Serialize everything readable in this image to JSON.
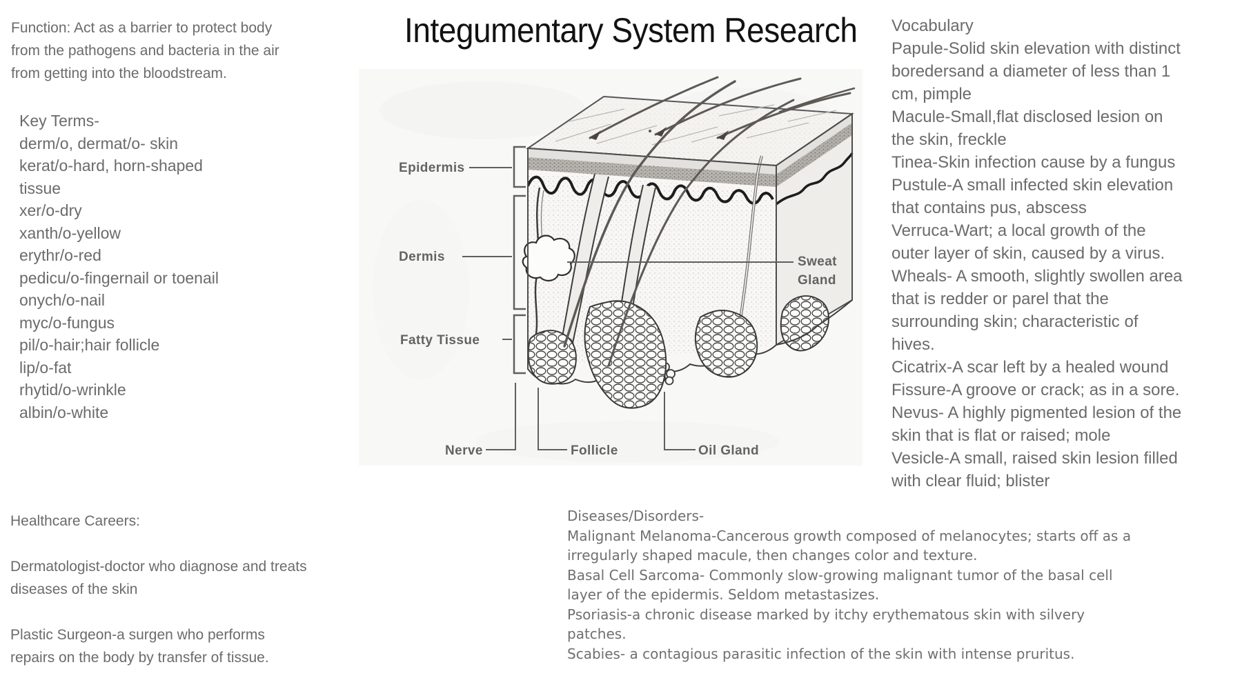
{
  "title": "Integumentary System Research",
  "function_block": {
    "lines": [
      "Function: Act as a barrier to protect body",
      "from the pathogens and bacteria in the air",
      "from getting into the bloodstream."
    ]
  },
  "key_terms": {
    "lines": [
      "Key Terms-",
      "derm/o, dermat/o- skin",
      "kerat/o-hard, horn-shaped",
      "tissue",
      "xer/o-dry",
      "xanth/o-yellow",
      "erythr/o-red",
      "pedicu/o-fingernail or toenail",
      "onych/o-nail",
      "myc/o-fungus",
      "pil/o-hair;hair follicle",
      "lip/o-fat",
      "rhytid/o-wrinkle",
      "albin/o-white"
    ]
  },
  "vocabulary": {
    "lines": [
      "Vocabulary",
      "Papule-Solid skin elevation with distinct",
      "boredersand a diameter of less than 1",
      "cm, pimple",
      "Macule-Small,flat disclosed lesion on",
      "the skin, freckle",
      "Tinea-Skin infection cause by a fungus",
      "Pustule-A small infected skin elevation",
      "that contains pus, abscess",
      "Verruca-Wart; a local growth of the",
      "outer layer of skin, caused by a virus.",
      "Wheals- A smooth, slightly swollen area",
      "that is redder or parel that the",
      "surrounding skin; characteristic of",
      "hives.",
      "Cicatrix-A scar left by a healed wound",
      "Fissure-A groove or crack; as in a sore.",
      "Nevus- A highly pigmented lesion of the",
      "skin that is flat or raised; mole",
      "Vesicle-A small, raised skin lesion filled",
      "with clear fluid; blister"
    ]
  },
  "healthcare": {
    "lines": [
      "Healthcare Careers:",
      "",
      "Dermatologist-doctor who diagnose and treats",
      "diseases of the skin",
      "",
      "Plastic Surgeon-a surgen who performs",
      "repairs on the body by transfer of tissue."
    ]
  },
  "diseases": {
    "lines": [
      "Diseases/Disorders-",
      "Malignant Melanoma-Cancerous growth composed of melanocytes; starts off as a",
      "irregularly shaped macule, then changes color and texture.",
      "Basal Cell Sarcoma- Commonly slow-growing malignant tumor of the basal cell",
      "layer of the epidermis. Seldom metastasizes.",
      "Psoriasis-a chronic disease marked by itchy erythematous skin with silvery",
      "patches.",
      "Scabies- a contagious parasitic infection of the skin with intense pruritus."
    ]
  },
  "diagram": {
    "labels": {
      "epidermis": "Epidermis",
      "dermis": "Dermis",
      "fatty_tissue": "Fatty Tissue",
      "sweat_gland_lines": [
        "Sweat",
        "Gland"
      ],
      "nerve": "Nerve",
      "follicle": "Follicle",
      "oil_gland": "Oil Gland"
    }
  },
  "colors": {
    "page_bg": "#ffffff",
    "body_text": "#6b6b6b",
    "title_text": "#121212",
    "diagram_label": "#4f4f4f",
    "diagram_ink": "#3d3d3d",
    "scan_bg": "#f8f8f7"
  }
}
